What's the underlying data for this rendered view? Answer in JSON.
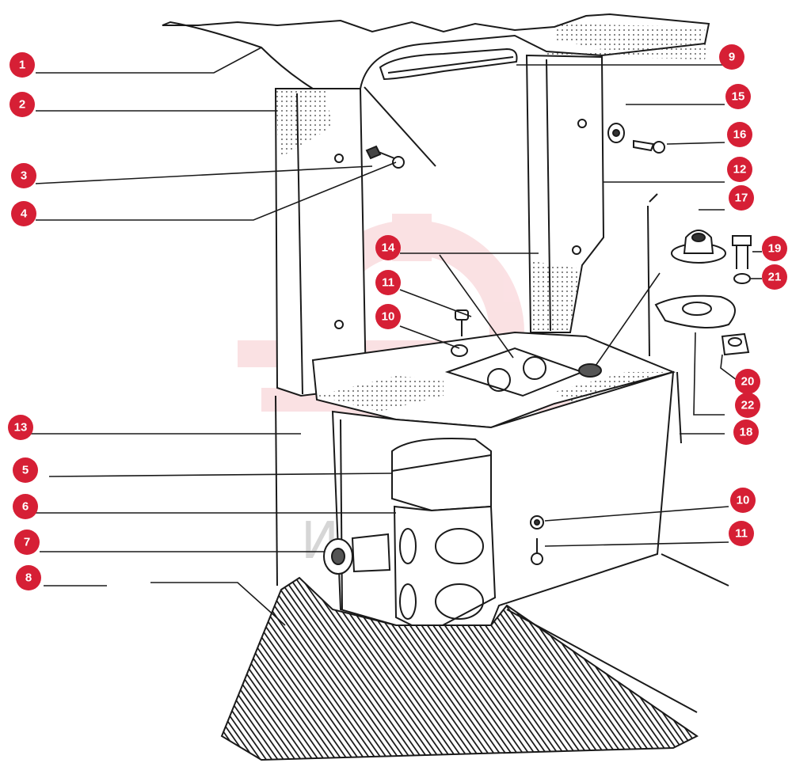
{
  "diagram": {
    "watermark_text": "ИНТЕХ",
    "colors": {
      "callout": "#d61f35",
      "line": "#1a1a1a",
      "watermark": "#f7c9cd"
    },
    "callouts": [
      {
        "id": "c1",
        "number": "1"
      },
      {
        "id": "c2",
        "number": "2"
      },
      {
        "id": "c3",
        "number": "3"
      },
      {
        "id": "c4",
        "number": "4"
      },
      {
        "id": "c5",
        "number": "5"
      },
      {
        "id": "c6",
        "number": "6"
      },
      {
        "id": "c7",
        "number": "7"
      },
      {
        "id": "c8",
        "number": "8"
      },
      {
        "id": "c9",
        "number": "9"
      },
      {
        "id": "c10a",
        "number": "10"
      },
      {
        "id": "c10b",
        "number": "10"
      },
      {
        "id": "c11a",
        "number": "11"
      },
      {
        "id": "c11b",
        "number": "11"
      },
      {
        "id": "c12",
        "number": "12"
      },
      {
        "id": "c13",
        "number": "13"
      },
      {
        "id": "c14",
        "number": "14"
      },
      {
        "id": "c15",
        "number": "15"
      },
      {
        "id": "c16",
        "number": "16"
      },
      {
        "id": "c17",
        "number": "17"
      },
      {
        "id": "c18",
        "number": "18"
      },
      {
        "id": "c19",
        "number": "19"
      },
      {
        "id": "c20",
        "number": "20"
      },
      {
        "id": "c21",
        "number": "21"
      },
      {
        "id": "c22",
        "number": "22"
      }
    ]
  }
}
